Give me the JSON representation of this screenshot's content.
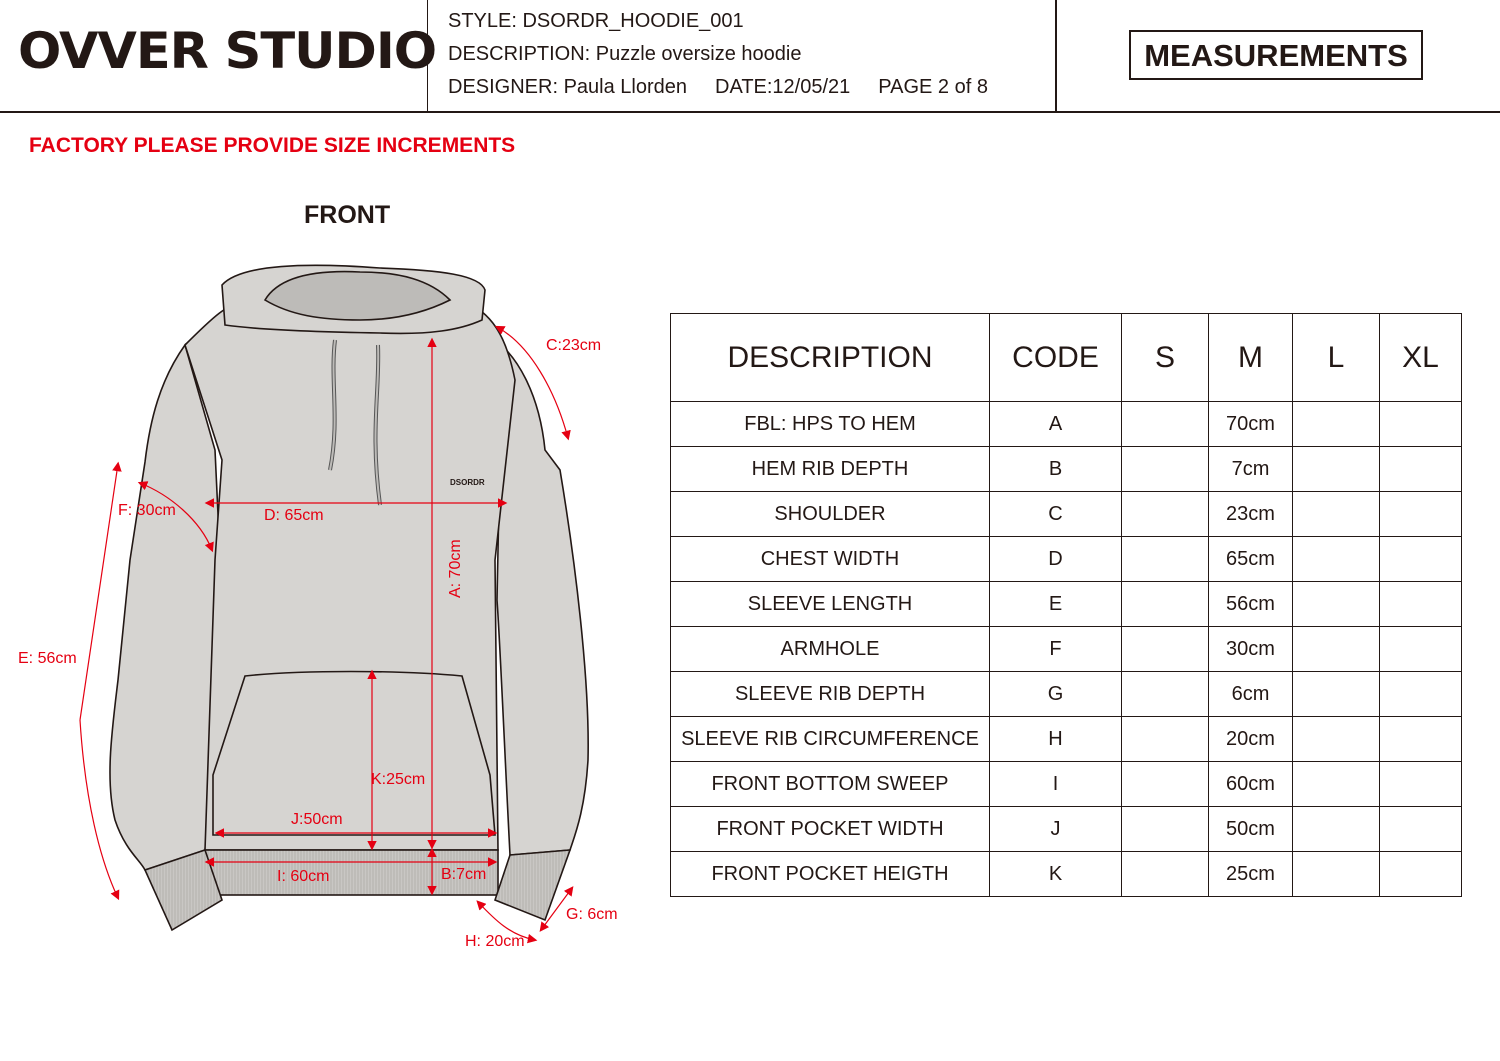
{
  "header": {
    "brand": "OVVER STUDIO",
    "style": "STYLE: DSORDR_HOODIE_001",
    "description": "DESCRIPTION: Puzzle oversize hoodie",
    "designer": "DESIGNER: Paula Llorden",
    "date": "DATE:12/05/21",
    "page": "PAGE 2 of 8",
    "section_title": "MEASUREMENTS"
  },
  "notice": "FACTORY PLEASE PROVIDE SIZE INCREMENTS",
  "view_label": "FRONT",
  "colors": {
    "accent_red": "#e50012",
    "ink": "#231815",
    "garment": "#d6d4d1"
  },
  "diagram": {
    "logo": "DSORDR",
    "labels": {
      "a": "A: 70cm",
      "b": "B:7cm",
      "c": "C:23cm",
      "d": "D: 65cm",
      "e": "E: 56cm",
      "f": "F: 30cm",
      "g": "G: 6cm",
      "h": "H: 20cm",
      "i": "I: 60cm",
      "j": "J:50cm",
      "k": "K:25cm"
    }
  },
  "table": {
    "headers": [
      "DESCRIPTION",
      "CODE",
      "S",
      "M",
      "L",
      "XL"
    ],
    "rows": [
      {
        "desc": "FBL: HPS TO HEM",
        "code": "A",
        "s": "",
        "m": "70cm",
        "l": "",
        "xl": ""
      },
      {
        "desc": "HEM RIB DEPTH",
        "code": "B",
        "s": "",
        "m": "7cm",
        "l": "",
        "xl": ""
      },
      {
        "desc": "SHOULDER",
        "code": "C",
        "s": "",
        "m": "23cm",
        "l": "",
        "xl": ""
      },
      {
        "desc": "CHEST WIDTH",
        "code": "D",
        "s": "",
        "m": "65cm",
        "l": "",
        "xl": ""
      },
      {
        "desc": "SLEEVE LENGTH",
        "code": "E",
        "s": "",
        "m": "56cm",
        "l": "",
        "xl": ""
      },
      {
        "desc": "ARMHOLE",
        "code": "F",
        "s": "",
        "m": "30cm",
        "l": "",
        "xl": ""
      },
      {
        "desc": "SLEEVE RIB DEPTH",
        "code": "G",
        "s": "",
        "m": "6cm",
        "l": "",
        "xl": ""
      },
      {
        "desc": "SLEEVE RIB CIRCUMFERENCE",
        "code": "H",
        "s": "",
        "m": "20cm",
        "l": "",
        "xl": ""
      },
      {
        "desc": "FRONT BOTTOM SWEEP",
        "code": "I",
        "s": "",
        "m": "60cm",
        "l": "",
        "xl": ""
      },
      {
        "desc": "FRONT POCKET WIDTH",
        "code": "J",
        "s": "",
        "m": "50cm",
        "l": "",
        "xl": ""
      },
      {
        "desc": "FRONT POCKET HEIGTH",
        "code": "K",
        "s": "",
        "m": "25cm",
        "l": "",
        "xl": ""
      }
    ]
  }
}
